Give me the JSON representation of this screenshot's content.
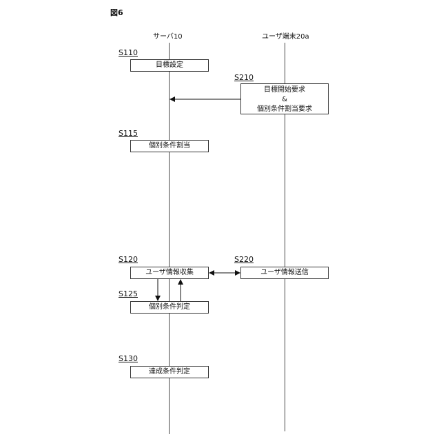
{
  "figure_label": "図6",
  "lanes": {
    "server": "サーバ10",
    "user_terminal": "ユーザ端末20a"
  },
  "steps": {
    "s110": {
      "id": "S110",
      "label": "目標設定"
    },
    "s210": {
      "id": "S210",
      "line1": "目標開始要求",
      "line2": "&",
      "line3": "個別条件割当要求"
    },
    "s115": {
      "id": "S115",
      "label": "個別条件割当"
    },
    "s120": {
      "id": "S120",
      "label": "ユーザ情報収集"
    },
    "s220": {
      "id": "S220",
      "label": "ユーザ情報送信"
    },
    "s125": {
      "id": "S125",
      "label": "個別条件判定"
    },
    "s130": {
      "id": "S130",
      "label": "達成条件判定"
    }
  }
}
